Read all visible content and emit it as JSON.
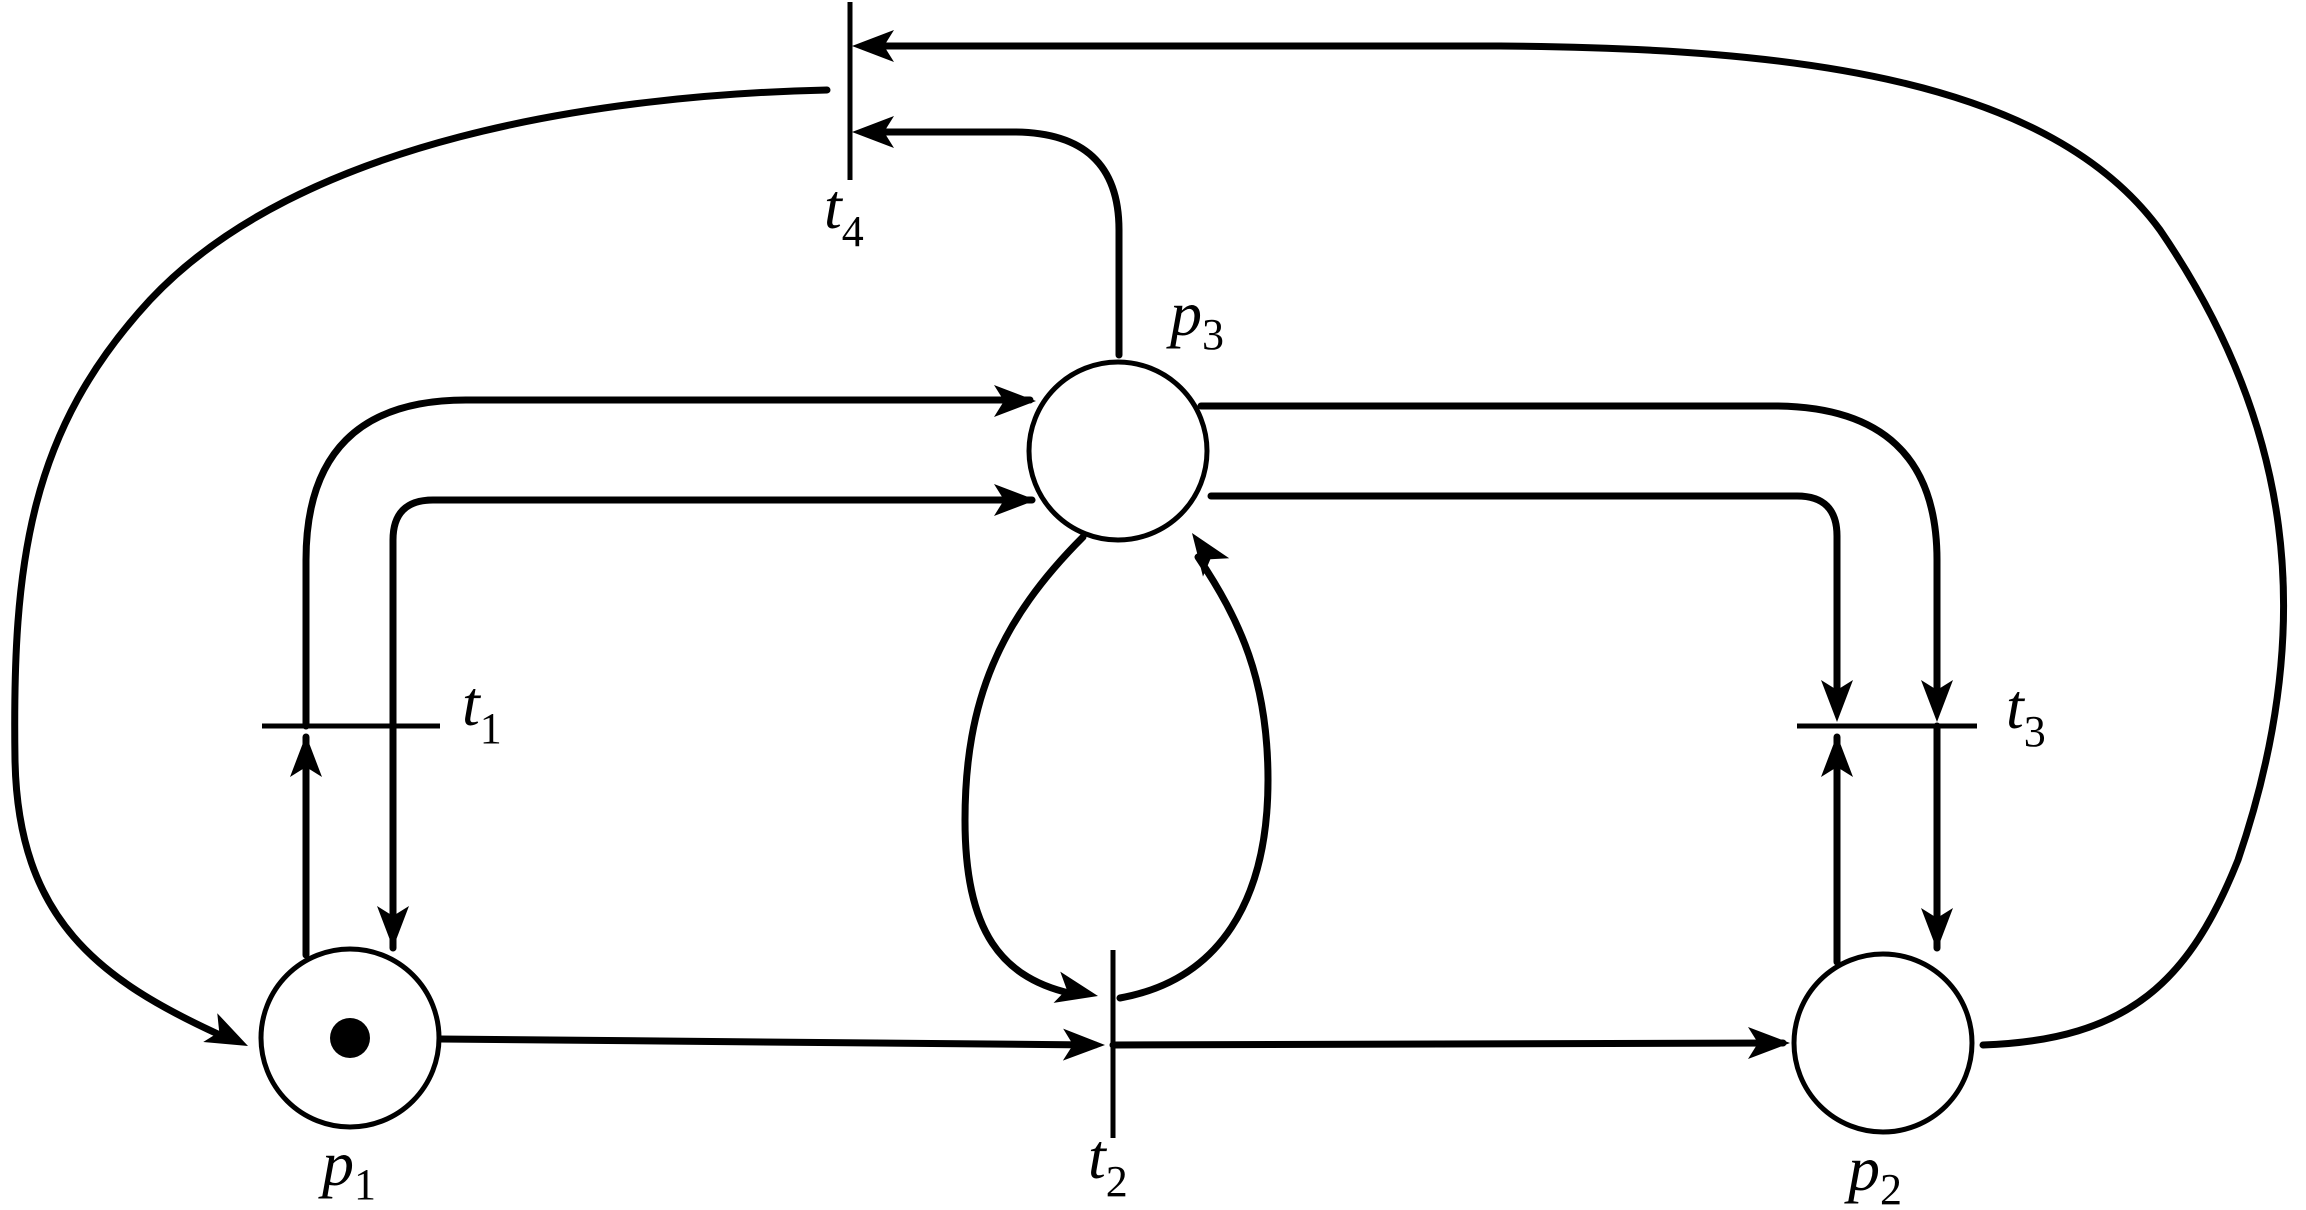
{
  "diagram": {
    "places": [
      {
        "id": "p1",
        "name": "p",
        "sub": "1",
        "tokens": 1
      },
      {
        "id": "p2",
        "name": "p",
        "sub": "2",
        "tokens": 0
      },
      {
        "id": "p3",
        "name": "p",
        "sub": "3",
        "tokens": 0
      }
    ],
    "transitions": [
      {
        "id": "t1",
        "name": "t",
        "sub": "1"
      },
      {
        "id": "t2",
        "name": "t",
        "sub": "2"
      },
      {
        "id": "t3",
        "name": "t",
        "sub": "3"
      },
      {
        "id": "t4",
        "name": "t",
        "sub": "4"
      }
    ],
    "arcs": [
      {
        "from": "p1",
        "to": "t1"
      },
      {
        "from": "t1",
        "to": "p1"
      },
      {
        "from": "t1",
        "to": "p3"
      },
      {
        "from": "t1",
        "to": "p3"
      },
      {
        "from": "p1",
        "to": "t2"
      },
      {
        "from": "p3",
        "to": "t2"
      },
      {
        "from": "t2",
        "to": "p3"
      },
      {
        "from": "t2",
        "to": "p2"
      },
      {
        "from": "p3",
        "to": "t3"
      },
      {
        "from": "p3",
        "to": "t3"
      },
      {
        "from": "p2",
        "to": "t3"
      },
      {
        "from": "t3",
        "to": "p2"
      },
      {
        "from": "p3",
        "to": "t4"
      },
      {
        "from": "p2",
        "to": "t4"
      },
      {
        "from": "t4",
        "to": "p1"
      }
    ]
  }
}
